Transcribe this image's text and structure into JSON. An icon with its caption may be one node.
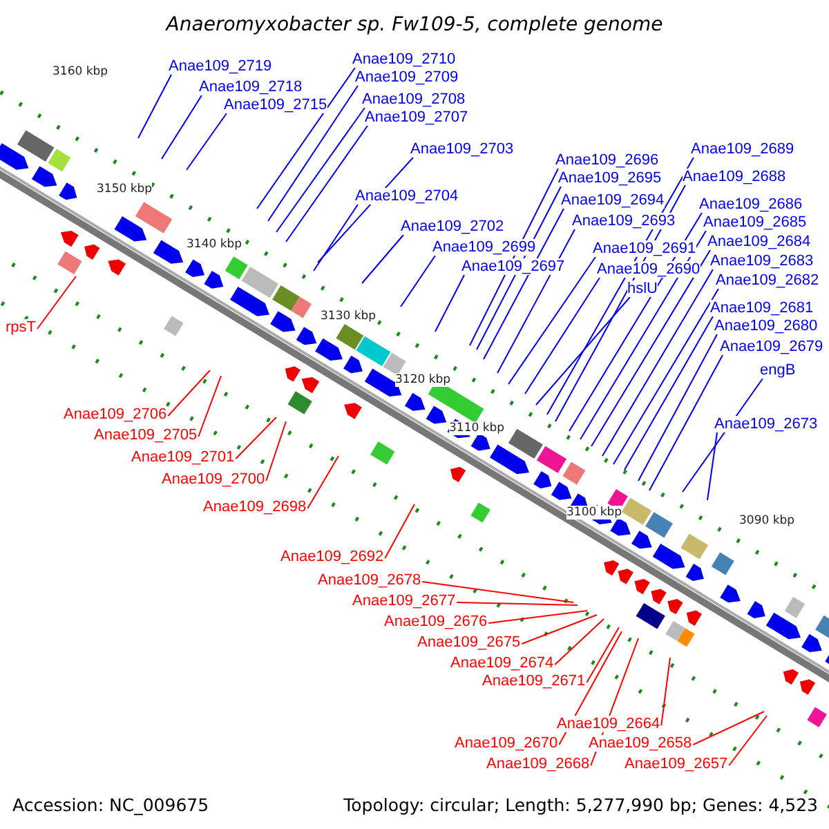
{
  "diagram": {
    "title": "Anaeromyxobacter sp. Fw109-5, complete genome",
    "nodes": [
      {
        "text": [
          "Anae109_2719"
        ]
      },
      {
        "text": [
          "Anae109_2718"
        ]
      },
      {
        "text": [
          "Anae109_2715"
        ]
      },
      {
        "text": [
          "Anae109_2710"
        ]
      },
      {
        "text": [
          "Anae109_2709"
        ]
      },
      {
        "text": [
          "Anae109_2708"
        ]
      },
      {
        "text": [
          "Anae109_2707"
        ]
      },
      {
        "text": [
          "Anae109_2703"
        ]
      },
      {
        "text": [
          "Anae109_2704"
        ]
      },
      {
        "text": [
          "Anae109_2702"
        ]
      },
      {
        "text": [
          "Anae109_2699"
        ]
      },
      {
        "text": [
          "Anae109_2697"
        ]
      },
      {
        "text": [
          "Anae109_2696"
        ]
      },
      {
        "text": [
          "Anae109_2695"
        ]
      },
      {
        "text": [
          "Anae109_2694"
        ]
      },
      {
        "text": [
          "Anae109_2693"
        ]
      },
      {
        "text": [
          "Anae109_2691"
        ]
      },
      {
        "text": [
          "Anae109_2690"
        ]
      },
      {
        "text": [
          "hslU"
        ]
      },
      {
        "text": [
          "Anae109_2689"
        ]
      },
      {
        "text": [
          "Anae109_2688"
        ]
      },
      {
        "text": [
          "Anae109_2686"
        ]
      },
      {
        "text": [
          "Anae109_2685"
        ]
      },
      {
        "text": [
          "Anae109_2684"
        ]
      },
      {
        "text": [
          "Anae109_2683"
        ]
      },
      {
        "text": [
          "Anae109_2682"
        ]
      },
      {
        "text": [
          "Anae109_2681"
        ]
      },
      {
        "text": [
          "Anae109_2680"
        ]
      },
      {
        "text": [
          "Anae109_2679"
        ]
      },
      {
        "text": [
          "engB"
        ]
      },
      {
        "text": [
          "Anae109_2673"
        ]
      },
      {
        "text": [
          "rpsT"
        ]
      },
      {
        "text": [
          "Anae109_2706"
        ]
      },
      {
        "text": [
          "Anae109_2705"
        ]
      },
      {
        "text": [
          "Anae109_2701"
        ]
      },
      {
        "text": [
          "Anae109_2700"
        ]
      },
      {
        "text": [
          "Anae109_2698"
        ]
      },
      {
        "text": [
          "Anae109_2692"
        ]
      },
      {
        "text": [
          "Anae109_2678"
        ]
      },
      {
        "text": [
          "Anae109_2677"
        ]
      },
      {
        "text": [
          "Anae109_2676"
        ]
      },
      {
        "text": [
          "Anae109_2675"
        ]
      },
      {
        "text": [
          "Anae109_2674"
        ]
      },
      {
        "text": [
          "Anae109_2671"
        ]
      },
      {
        "text": [
          "Anae109_2670"
        ]
      },
      {
        "text": [
          "Anae109_2664"
        ]
      },
      {
        "text": [
          "Anae109_2668"
        ]
      },
      {
        "text": [
          "Anae109_2658"
        ]
      },
      {
        "text": [
          "Anae109_2657"
        ]
      }
    ],
    "edges": [
      {
        "from": 0,
        "to": null,
        "arrow": "none"
      },
      {
        "from": 1,
        "to": null,
        "arrow": "none"
      },
      {
        "from": 2,
        "to": null,
        "arrow": "none"
      },
      {
        "from": 3,
        "to": null,
        "arrow": "none"
      },
      {
        "from": 4,
        "to": null,
        "arrow": "none"
      },
      {
        "from": 5,
        "to": null,
        "arrow": "none"
      },
      {
        "from": 6,
        "to": null,
        "arrow": "none"
      },
      {
        "from": 7,
        "to": null,
        "arrow": "none"
      },
      {
        "from": 8,
        "to": null,
        "arrow": "none"
      },
      {
        "from": 9,
        "to": null,
        "arrow": "none"
      },
      {
        "from": 10,
        "to": null,
        "arrow": "none"
      },
      {
        "from": 11,
        "to": null,
        "arrow": "none"
      },
      {
        "from": 12,
        "to": null,
        "arrow": "none"
      },
      {
        "from": 13,
        "to": null,
        "arrow": "none"
      },
      {
        "from": 14,
        "to": null,
        "arrow": "none"
      },
      {
        "from": 15,
        "to": null,
        "arrow": "none"
      },
      {
        "from": 16,
        "to": null,
        "arrow": "none"
      },
      {
        "from": 17,
        "to": null,
        "arrow": "none"
      },
      {
        "from": 18,
        "to": null,
        "arrow": "none"
      },
      {
        "from": 19,
        "to": null,
        "arrow": "none"
      },
      {
        "from": 20,
        "to": null,
        "arrow": "none"
      },
      {
        "from": 21,
        "to": null,
        "arrow": "none"
      },
      {
        "from": 22,
        "to": null,
        "arrow": "none"
      },
      {
        "from": 23,
        "to": null,
        "arrow": "none"
      },
      {
        "from": 24,
        "to": null,
        "arrow": "none"
      },
      {
        "from": 25,
        "to": null,
        "arrow": "none"
      },
      {
        "from": 26,
        "to": null,
        "arrow": "none"
      },
      {
        "from": 27,
        "to": null,
        "arrow": "none"
      },
      {
        "from": 28,
        "to": null,
        "arrow": "none"
      },
      {
        "from": 29,
        "to": null,
        "arrow": "none"
      },
      {
        "from": 30,
        "to": null,
        "arrow": "none"
      },
      {
        "from": 31,
        "to": null,
        "arrow": "none",
        "color": "#ff0000"
      },
      {
        "from": 32,
        "to": null,
        "arrow": "none",
        "color": "#ff0000"
      },
      {
        "from": 33,
        "to": null,
        "arrow": "none",
        "color": "#ff0000"
      },
      {
        "from": 34,
        "to": null,
        "arrow": "none",
        "color": "#ff0000"
      },
      {
        "from": 35,
        "to": null,
        "arrow": "none",
        "color": "#ff0000"
      },
      {
        "from": 36,
        "to": null,
        "arrow": "none",
        "color": "#ff0000"
      },
      {
        "from": 37,
        "to": null,
        "arrow": "none",
        "color": "#ff0000"
      },
      {
        "from": 38,
        "to": null,
        "arrow": "none",
        "color": "#ff0000"
      },
      {
        "from": 39,
        "to": null,
        "arrow": "none",
        "color": "#ff0000"
      },
      {
        "from": 40,
        "to": null,
        "arrow": "none",
        "color": "#ff0000"
      },
      {
        "from": 41,
        "to": null,
        "arrow": "none",
        "color": "#ff0000"
      },
      {
        "from": 42,
        "to": null,
        "arrow": "none",
        "color": "#ff0000"
      },
      {
        "from": 43,
        "to": null,
        "arrow": "none",
        "color": "#ff0000"
      },
      {
        "from": 44,
        "to": null,
        "arrow": "none",
        "color": "#ff0000"
      },
      {
        "from": 45,
        "to": null,
        "arrow": "none",
        "color": "#ff0000"
      },
      {
        "from": 46,
        "to": null,
        "arrow": "none",
        "color": "#ff0000"
      },
      {
        "from": 47,
        "to": null,
        "arrow": "none",
        "color": "#ff0000"
      },
      {
        "from": 48,
        "to": null,
        "arrow": "none",
        "color": "#ff0000"
      }
    ],
    "labels": [
      "3160 kbp",
      "3150 kbp",
      "3140 kbp",
      "3130 kbp",
      "3120 kbp",
      "3110 kbp",
      "3100 kbp",
      "3090 kbp",
      "Accession: NC_009675",
      "Topology: circular; Length: 5,277,990 bp; Genes: 4,523"
    ]
  }
}
